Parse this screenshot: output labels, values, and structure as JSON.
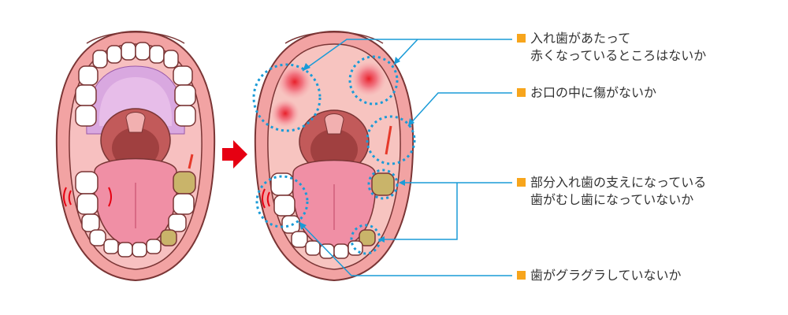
{
  "colors": {
    "accent_blue": "#1a9bd7",
    "bullet_orange": "#f7a51c",
    "arrow_red": "#e60012",
    "lip": "#f2a3a3",
    "gum": "#f7c0c0",
    "tongue": "#f08fa5",
    "throat": "#c25a5a",
    "tooth": "#ffffff",
    "decay": "#8a7a3a"
  },
  "arrow_icon": "red-right-arrow-icon",
  "checklist": [
    {
      "line1": "入れ歯があたって",
      "line2": "赤くなっているところはないか"
    },
    {
      "line1": "お口の中に傷がないか",
      "line2": ""
    },
    {
      "line1": "部分入れ歯の支えになっている",
      "line2": "歯がむし歯になっていないか"
    },
    {
      "line1": "歯がグラグラしていないか",
      "line2": ""
    }
  ]
}
